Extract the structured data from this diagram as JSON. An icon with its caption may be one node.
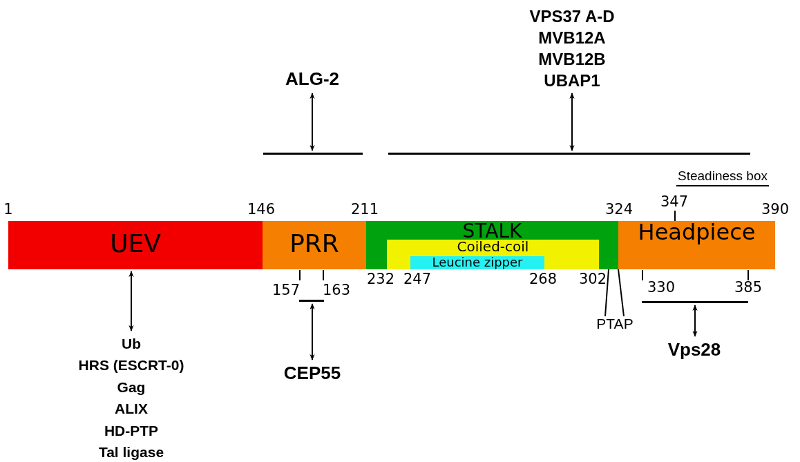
{
  "diagram": {
    "nodes": [
      {
        "text": [
          "VPS37 A-D",
          "MVB12A",
          "MVB12B",
          "UBAP1"
        ]
      },
      {
        "text": [
          "ALG-2"
        ]
      },
      {
        "text": [],
        "shape": "bar"
      },
      {
        "text": [],
        "shape": "bar"
      },
      {
        "text": [
          "UEV"
        ]
      },
      {
        "text": [
          "PRR"
        ]
      },
      {
        "text": [
          "STALK"
        ]
      },
      {
        "text": [
          "Coiled-coil"
        ],
        "in": 6
      },
      {
        "text": [
          "Leucine zipper"
        ],
        "in": 7
      },
      {
        "text": [
          "Headpiece"
        ]
      },
      {
        "text": [],
        "shape": "bar"
      },
      {
        "text": [],
        "shape": "bar"
      },
      {
        "text": [
          "PTAP"
        ]
      },
      {
        "text": [
          "Vps28"
        ]
      },
      {
        "text": [
          "Ub",
          "HRS (ESCRT-0)",
          "Gag",
          "ALIX",
          "HD-PTP",
          "Tal ligase"
        ]
      },
      {
        "text": [
          "CEP55"
        ]
      }
    ],
    "edges": [
      {
        "from": 1,
        "to": 2,
        "arrow": "both"
      },
      {
        "from": 0,
        "to": 3,
        "arrow": "both"
      },
      {
        "from": 4,
        "to": 14,
        "arrow": "both"
      },
      {
        "from": 10,
        "to": 15,
        "arrow": "both"
      },
      {
        "from": 11,
        "to": 13,
        "arrow": "both"
      },
      {
        "from": 12,
        "to": 6,
        "arrow": "none"
      },
      {
        "from": 12,
        "to": 9,
        "arrow": "none"
      }
    ],
    "labels": [
      "Steadiness box",
      "1",
      "146",
      "211",
      "324",
      "347",
      "390",
      "232",
      "247",
      "268",
      "302",
      "157",
      "163",
      "330",
      "385"
    ]
  }
}
